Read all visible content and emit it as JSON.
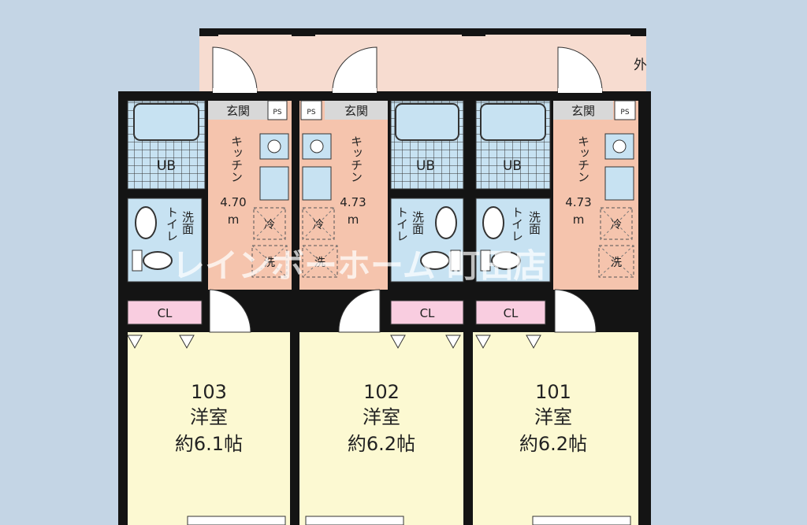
{
  "exterior": {
    "label": "外"
  },
  "units": [
    {
      "id": "103",
      "room_type": "洋室",
      "room_size": "約6.1帖",
      "entrance": "玄関",
      "kitchen_label": "キッチン",
      "kitchen_size": "4.70",
      "kitchen_unit": "m",
      "bath": "UB",
      "washroom": "洗面",
      "toilet": "トイレ",
      "closet": "CL",
      "fridge": "冷",
      "washer": "洗",
      "ps": "PS"
    },
    {
      "id": "102",
      "room_type": "洋室",
      "room_size": "約6.2帖",
      "entrance": "玄関",
      "kitchen_label": "キッチン",
      "kitchen_size": "4.73",
      "kitchen_unit": "m",
      "bath": "UB",
      "washroom": "洗面",
      "toilet": "トイレ",
      "closet": "CL",
      "fridge": "冷",
      "washer": "洗",
      "ps": "PS"
    },
    {
      "id": "101",
      "room_type": "洋室",
      "room_size": "約6.2帖",
      "entrance": "玄関",
      "kitchen_label": "キッチン",
      "kitchen_size": "4.73",
      "kitchen_unit": "m",
      "bath": "UB",
      "washroom": "洗面",
      "toilet": "トイレ",
      "closet": "CL",
      "fridge": "冷",
      "washer": "洗",
      "ps": "PS"
    }
  ],
  "watermark": "レインボーホーム 町田店",
  "colors": {
    "background": "#c4d5e5",
    "corridor": "#f7dcd0",
    "kitchen": "#f5c4ad",
    "western_room": "#fcf9d2",
    "wet_area": "#c7e2f2",
    "closet": "#f9cde0",
    "entrance": "#d8d8d8",
    "wall": "#141414"
  }
}
